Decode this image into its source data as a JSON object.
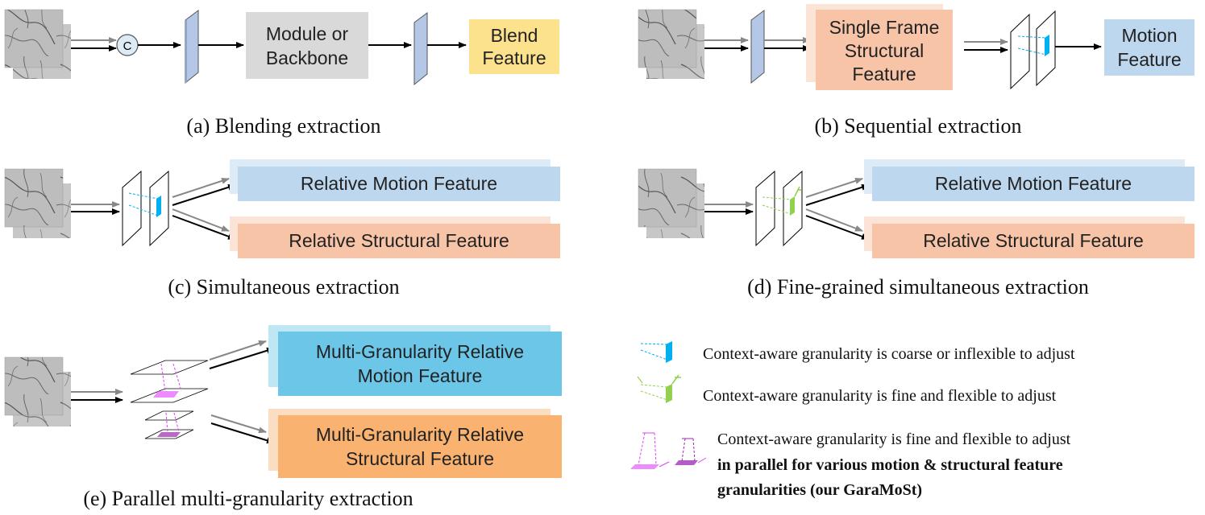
{
  "panels": {
    "a": {
      "caption": "(a) Blending extraction",
      "concat_symbol": "C",
      "module_box": {
        "lines": [
          "Module or",
          "Backbone"
        ]
      },
      "output_box": {
        "lines": [
          "Blend",
          "Feature"
        ],
        "color": "#FDE28E"
      }
    },
    "b": {
      "caption": "(b) Sequential extraction",
      "single_frame_box": {
        "lines": [
          "Single Frame",
          "Structural",
          "Feature"
        ],
        "color": "#F7C4A8"
      },
      "motion_box": {
        "lines": [
          "Motion",
          "Feature"
        ],
        "color": "#BDD7EE"
      }
    },
    "c": {
      "caption": "(c) Simultaneous extraction",
      "motion_box": "Relative Motion Feature",
      "structural_box": "Relative Structural Feature"
    },
    "d": {
      "caption": "(d) Fine-grained simultaneous extraction",
      "motion_box": "Relative Motion Feature",
      "structural_box": "Relative Structural Feature"
    },
    "e": {
      "caption": "(e) Parallel multi-granularity extraction",
      "motion_box": {
        "lines": [
          "Multi-Granularity Relative",
          "Motion Feature"
        ],
        "color": "#6BC6E8"
      },
      "structural_box": {
        "lines": [
          "Multi-Granularity Relative",
          "Structural Feature"
        ],
        "color": "#F9B26F"
      }
    }
  },
  "legend": {
    "items": [
      {
        "icon": "cyan-cube-icon",
        "text": "Context-aware granularity is coarse or inflexible to adjust"
      },
      {
        "icon": "green-cube-icon",
        "text": "Context-aware granularity is fine and flexible to adjust"
      },
      {
        "icon": "magenta-cube-icon",
        "text": "Context-aware granularity is fine and flexible to adjust",
        "bold_lines": [
          "in parallel for various motion & structural feature",
          "granularities (our GaraMoSt)"
        ]
      }
    ]
  },
  "colors": {
    "motion_light": "#BDD7EE",
    "structural_light": "#F7C4A8",
    "module_gray": "#D9D9D9",
    "feature_map": "#B4C7E7",
    "cyan": "#00B0F0",
    "green": "#92D050",
    "magenta": "#E040FB"
  }
}
